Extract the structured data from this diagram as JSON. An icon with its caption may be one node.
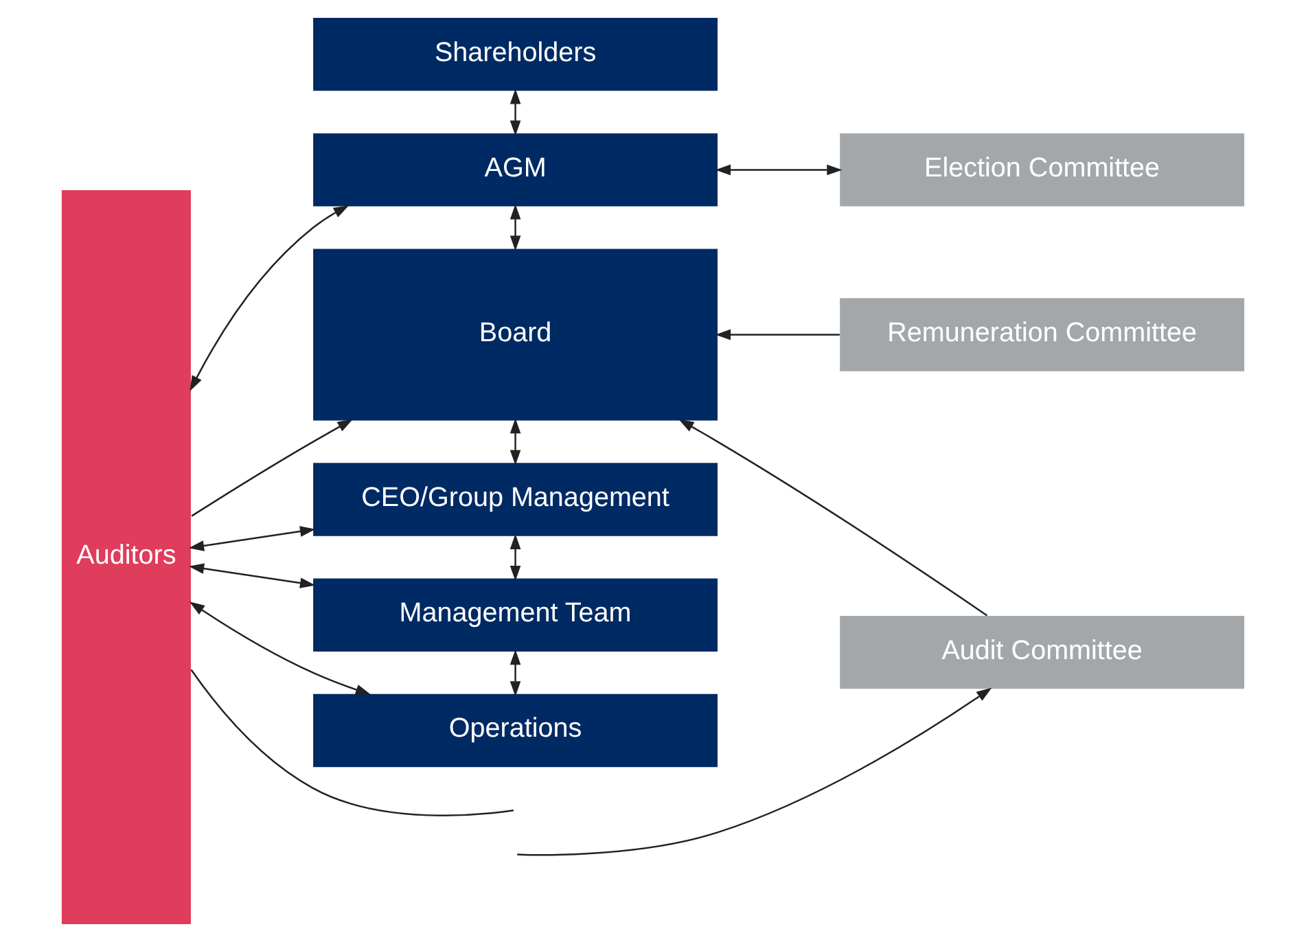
{
  "diagram": {
    "nodes": [
      {
        "text": [
          "Shareholders"
        ]
      },
      {
        "text": [
          "AGM"
        ]
      },
      {
        "text": [
          "Board"
        ]
      },
      {
        "text": [
          "CEO/Group Management"
        ]
      },
      {
        "text": [
          "Management Team"
        ]
      },
      {
        "text": [
          "Operations"
        ]
      },
      {
        "text": [
          "Auditors"
        ]
      },
      {
        "text": [
          "Election Committee"
        ]
      },
      {
        "text": [
          "Remuneration Committee"
        ]
      },
      {
        "text": [
          "Audit Committee"
        ]
      }
    ],
    "edges": [
      {
        "from": 0,
        "to": 1,
        "arrow": "both"
      },
      {
        "from": 6,
        "to": 1,
        "arrow": "both"
      },
      {
        "from": 1,
        "to": 7,
        "arrow": "both"
      },
      {
        "from": 1,
        "to": 2,
        "arrow": "both"
      },
      {
        "from": 8,
        "to": 2,
        "arrow": "to"
      },
      {
        "from": 6,
        "to": 2,
        "arrow": "to"
      },
      {
        "from": 9,
        "to": 2,
        "arrow": "to"
      },
      {
        "from": 2,
        "to": 3,
        "arrow": "both"
      },
      {
        "from": 6,
        "to": 3,
        "arrow": "both"
      },
      {
        "from": 3,
        "to": 4,
        "arrow": "both"
      },
      {
        "from": 6,
        "to": 4,
        "arrow": "both"
      },
      {
        "from": 4,
        "to": 5,
        "arrow": "both"
      },
      {
        "from": 6,
        "to": 5,
        "arrow": "both"
      },
      {
        "from": null,
        "to": 9,
        "arrow": "to"
      },
      {
        "from": 6,
        "to": null,
        "arrow": "none"
      }
    ]
  }
}
